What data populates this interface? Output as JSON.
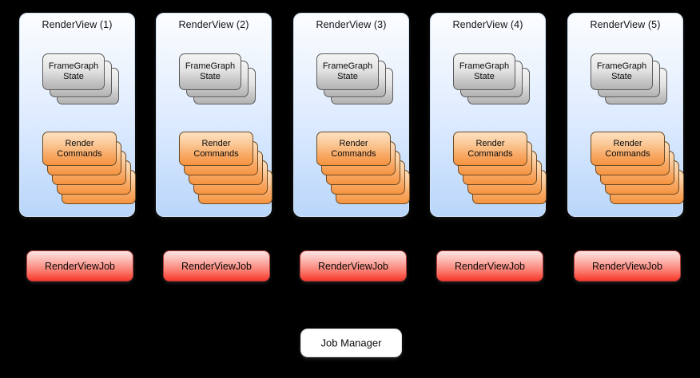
{
  "diagram": {
    "background_color": "#000000",
    "panel_gradient_top": "#fbfdff",
    "panel_gradient_bottom": "#b9d6fa",
    "framegraph_card_color": "#c7c7c7",
    "render_command_card_color": "#f8a864",
    "job_button_color": "#f8372b",
    "job_manager_color": "#ffffff"
  },
  "render_views": [
    {
      "title": "RenderView (1)",
      "framegraph": {
        "label": "FrameGraph\nState",
        "count": 3
      },
      "render_commands": {
        "label": "Render\nCommands",
        "count": 5
      },
      "job": {
        "label": "RenderViewJob"
      }
    },
    {
      "title": "RenderView (2)",
      "framegraph": {
        "label": "FrameGraph\nState",
        "count": 3
      },
      "render_commands": {
        "label": "Render\nCommands",
        "count": 5
      },
      "job": {
        "label": "RenderViewJob"
      }
    },
    {
      "title": "RenderView (3)",
      "framegraph": {
        "label": "FrameGraph\nState",
        "count": 3
      },
      "render_commands": {
        "label": "Render\nCommands",
        "count": 5
      },
      "job": {
        "label": "RenderViewJob"
      }
    },
    {
      "title": "RenderView (4)",
      "framegraph": {
        "label": "FrameGraph\nState",
        "count": 3
      },
      "render_commands": {
        "label": "Render\nCommands",
        "count": 5
      },
      "job": {
        "label": "RenderViewJob"
      }
    },
    {
      "title": "RenderView (5)",
      "framegraph": {
        "label": "FrameGraph\nState",
        "count": 3
      },
      "render_commands": {
        "label": "Render\nCommands",
        "count": 5
      },
      "job": {
        "label": "RenderViewJob"
      }
    }
  ],
  "job_manager": {
    "label": "Job Manager"
  }
}
